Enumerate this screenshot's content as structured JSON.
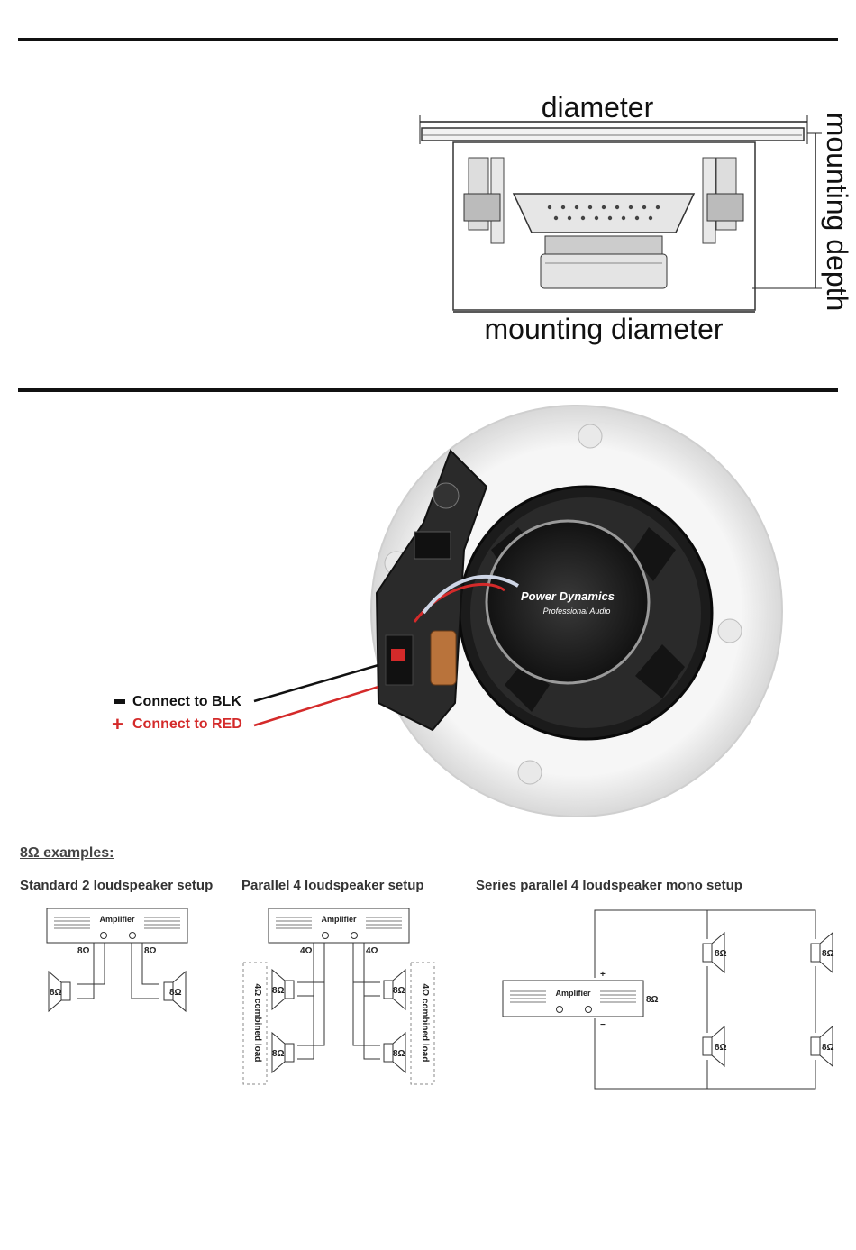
{
  "dimensions": {
    "diameter_label": "diameter",
    "mounting_depth_label": "mounting depth",
    "mounting_diameter_label": "mounting diameter"
  },
  "photo": {
    "brand": "Power Dynamics",
    "brand_sub": "Professional Audio"
  },
  "wiring": {
    "negative_label": "Connect to BLK",
    "positive_label": "Connect to RED",
    "negative_color": "#111111",
    "positive_color": "#d42a2a"
  },
  "examples": {
    "heading": "8Ω examples:",
    "amplifier_label": "Amplifier",
    "setups": [
      {
        "title": "Standard 2 loudspeaker setup"
      },
      {
        "title": "Parallel 4 loudspeaker setup"
      },
      {
        "title": "Series parallel 4 loudspeaker mono setup"
      }
    ],
    "ohm8": "8Ω",
    "ohm4": "4Ω",
    "combined_load": "4Ω combined load",
    "plus": "+",
    "minus": "−"
  }
}
